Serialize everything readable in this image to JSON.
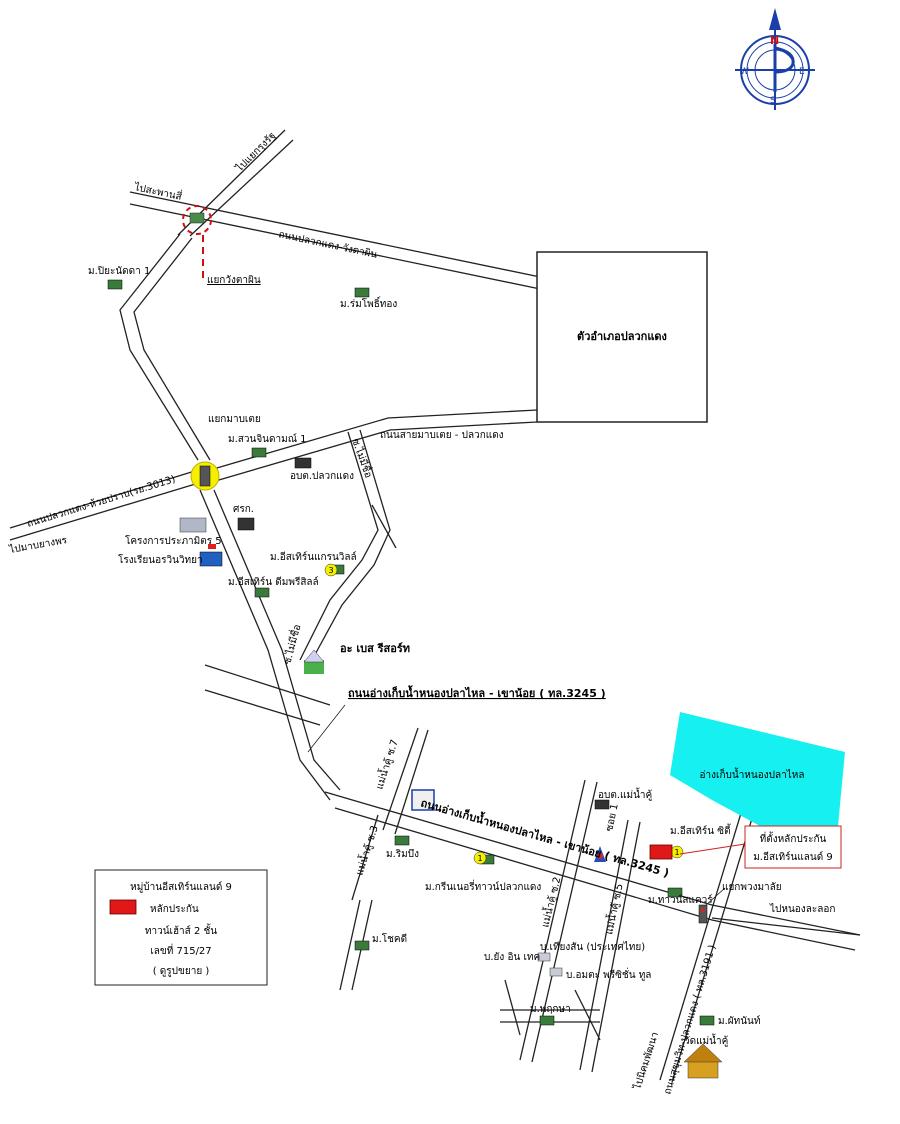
{
  "compass": {
    "n": "N",
    "s": "S",
    "e": "E",
    "w": "W"
  },
  "labels": {
    "to_saphan_si": "ไปสะพานสี่",
    "to_yaek_krungthep": "ไปแยกรุงรัฐ",
    "road_plaukdaeng_wangtaphin": "ถนนปลวกแดง-วังตาผิน",
    "yaek_wangtaphin": "แยกวังตาผิน",
    "mu_piyanatda": "ม.ปิยะนัดดา 1",
    "mu_romphothong": "ม.ร่มโพธิ์ทอง",
    "district_center": "ตัวอำเภอปลวกแดง",
    "yaek_mapyaw": "แยกมาบเตย",
    "mu_suanjindamon": "ม.สวนจินดามณ์ 1",
    "road_sai_mapyaw": "ถนนสายมาบเตย - ปลวกแดง",
    "sub_district_office": "อบต.ปลวกแดง",
    "soi_maisue_top": "ซ.ไม่มีชื่อ",
    "road_plaukdaeng_huaipraab": "ถนนปลวกแดง-ห้วยปราบ(รย.3013)",
    "to_map_yang_phon": "ไปมาบยางพร",
    "health_center": "ศรก.",
    "project_prachamitr": "โครงการประภามิตร 5",
    "school": "โรงเรียนอรวินวิทยา",
    "mu_eastern_grandville": "ม.อีสเทิร์นแกรนวิลล์",
    "mu_eastern_townhouse": "ม.อีสเทิร์น ดีมพรีสิลล์",
    "soi_maisue": "ซ.ไม่มีชื่อ",
    "resort": "อะ เบส รีสอร์ท",
    "road_nongplalai": "ถนนอ่างเก็บน้ำหนองปลาไหล - เขาน้อย ( ทล.3245 )",
    "reservoir": "อ่างเก็บน้ำหนองปลาไหล",
    "mae_nam_khu_office": "อบต.แม่น้ำคู้",
    "road_on_main": "ถนนอ่างเก็บน้ำหนองปลาไหล - เขาน้อย ( ทล.3245 )",
    "soi_mae_nam_khu_7": "แม่น้ำคู้ ซ.7",
    "soi_mae_nam_khu_3": "แม่น้ำคู้ ซ.3",
    "mu_rimbueng": "ม.ริมบึง",
    "mu_greenery": "ม.กรีนเนอรี่ทาวน์ปลวกแดง",
    "soi_mae_nam_khu_2": "แม่น้ำคู้ ซ.2",
    "soi_mae_nam_khu_5": "แม่น้ำคู้ ซ.5",
    "soi_mae_nam_khu_1": "ซอย 1",
    "mu_eastern_city": "ม.อีสเทิร์น ซิตี้",
    "location_title": "ที่ตั้งหลักประกัน",
    "location_name": "ม.อีสเทิร์นแลนด์ 9",
    "yaek_phuangmalai": "แยกพวงมาลัย",
    "to_nong_la_lok": "ไปหนองละลอก",
    "mu_townsquare": "ม.ทาวน์สแควร์",
    "mu_lokhadee": "ม.โชคดี",
    "co_yang_in_tech": "บ.ยัง อิน เทค",
    "co_thai_eastern": "บ.เทียงสัน (ประเทศไทย)",
    "co_amata": "บ.อมตะ พรีซิชั่น ทูล",
    "mu_pruksa": "ม.พฤกษา",
    "mu_phanuwat": "ม.ผัทนันท์",
    "wat_mae_nam_khu": "วัดแม่น้ำคู้",
    "to_nikom_phatthana": "ไปนิคมพัฒนา",
    "road_sukhumvit": "ถนนสุขุมวิท-ปลวกแดง ( ทล.3191 )"
  },
  "legend": {
    "title": "หมู่บ้านอีสเทิร์นแลนด์ 9",
    "marker_label": "หลักประกัน",
    "type": "ทาวน์เฮ้าส์ 2 ชั้น",
    "number": "เลขที่ 715/27",
    "note": "( ดูรูปขยาย )"
  },
  "markers": {
    "badge_1": "1",
    "badge_3": "3"
  },
  "colors": {
    "reservoir": "#16f0f0",
    "highlight_red": "#e01818",
    "junction_yellow": "#f4f000",
    "compass_blue": "#1a3fa8",
    "location_box": "#d02020"
  }
}
